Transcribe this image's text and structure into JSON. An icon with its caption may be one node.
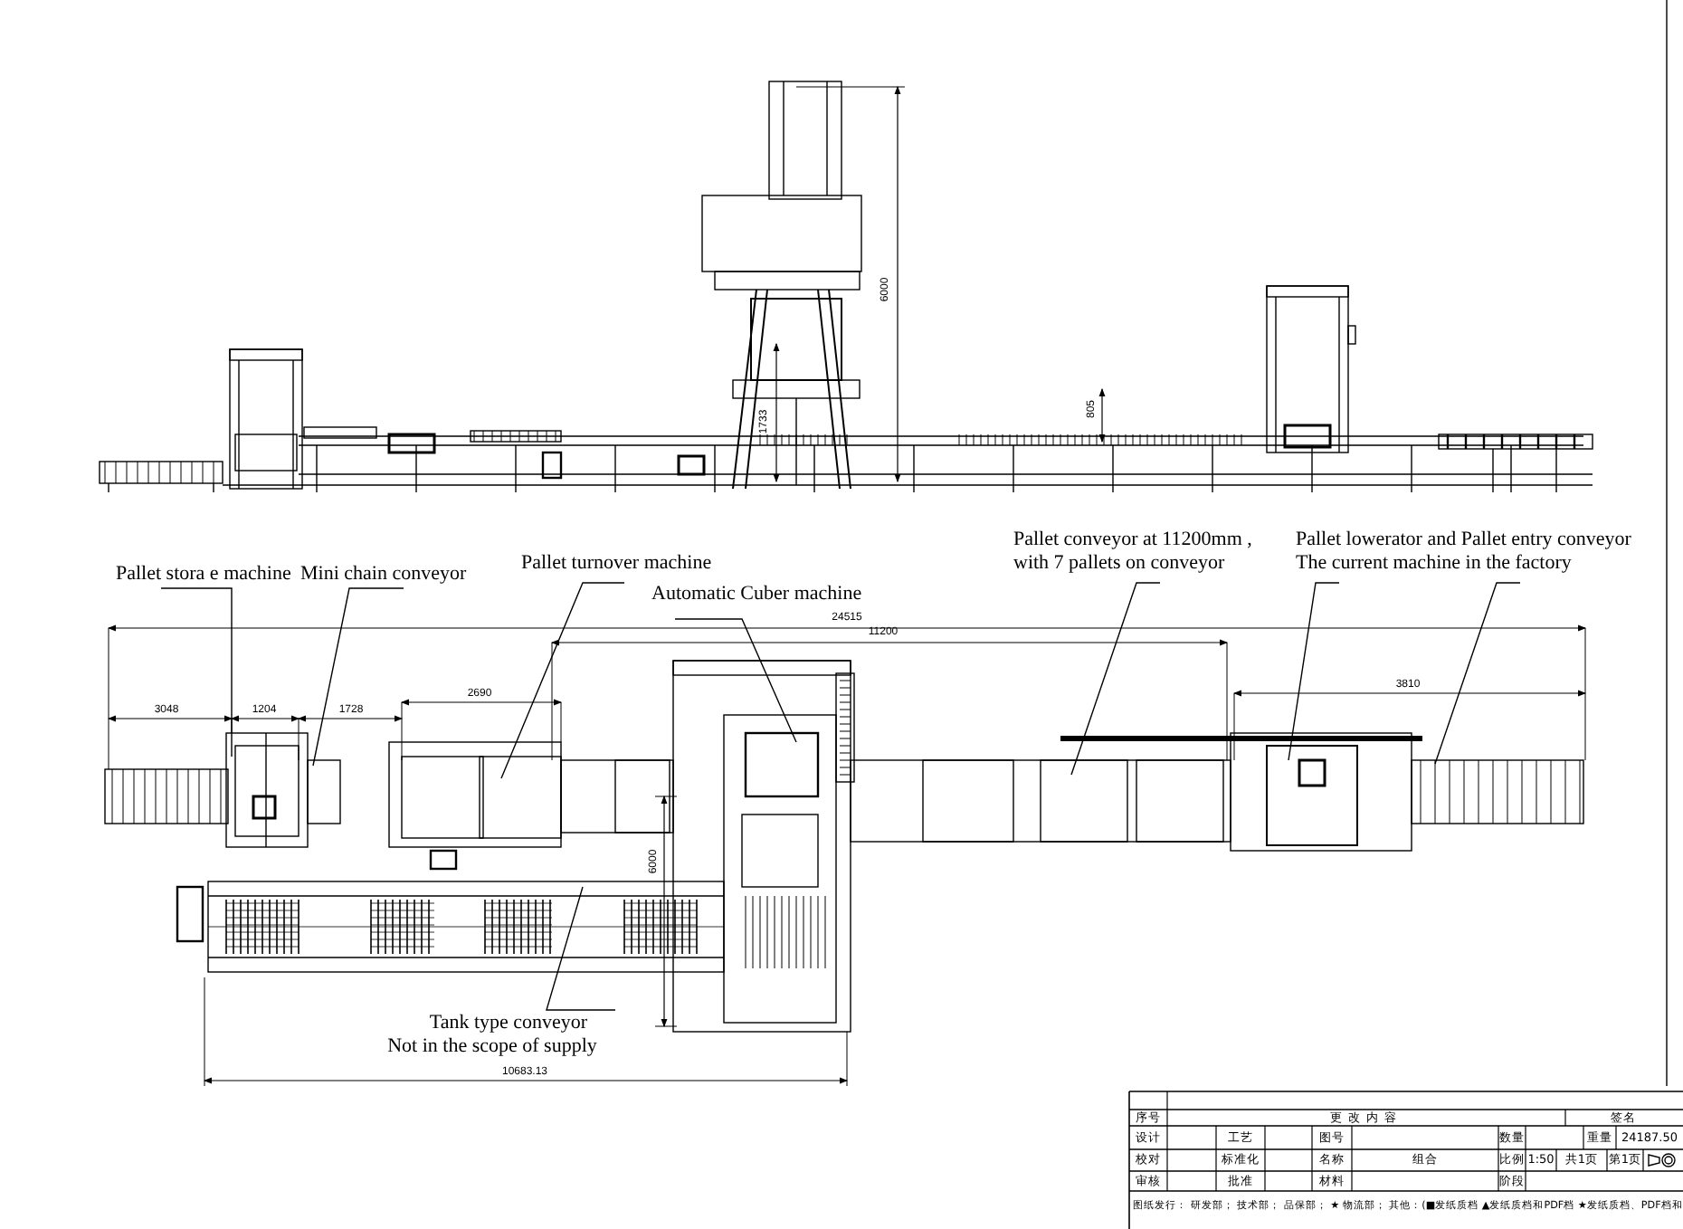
{
  "diagram": {
    "nodes": [
      {
        "text": [
          "Pallet stora e machine"
        ]
      },
      {
        "text": [
          "Mini chain conveyor"
        ]
      },
      {
        "text": [
          "Pallet turnover machine"
        ]
      },
      {
        "text": [
          "Automatic Cuber machine"
        ]
      },
      {
        "text": [
          "Pallet conveyor at 11200mm , with 7 pallets on conveyor"
        ]
      },
      {
        "text": [
          "Pallet lowerator and Pallet entry conveyor",
          "The current machine in the factory"
        ]
      },
      {
        "text": [
          "Tank type conveyor Not in the scope of supply"
        ]
      }
    ],
    "edges": [
      {
        "from": 0,
        "to": null,
        "arrow": "none"
      },
      {
        "from": 1,
        "to": null,
        "arrow": "none"
      },
      {
        "from": 2,
        "to": null,
        "arrow": "none"
      },
      {
        "from": 3,
        "to": null,
        "arrow": "none"
      },
      {
        "from": 4,
        "to": null,
        "arrow": "none"
      },
      {
        "from": 5,
        "to": null,
        "arrow": "none"
      },
      {
        "from": 5,
        "to": null,
        "arrow": "none"
      },
      {
        "from": 6,
        "to": null,
        "arrow": "none"
      }
    ],
    "labels": [
      "6000",
      "805",
      "1733",
      "24515",
      "11200",
      "3810",
      "2690",
      "3048",
      "1204",
      "1728",
      "6000",
      "10683.13",
      "序号",
      "更改内容",
      "签名",
      "设计",
      "工艺",
      "图号",
      "数量",
      "重量",
      "24187.50",
      "校对",
      "标准化",
      "名称",
      "组合",
      "比例",
      "1:50",
      "共1页",
      "第1页",
      "审核",
      "批准",
      "材料",
      "阶段",
      "图纸发行： 研发部； 技术部； 品保部； ★ 物流部； 其他：(■发纸质档 ▲发纸质档和PDF档 ★发纸质档、PDF档和"
    ]
  }
}
